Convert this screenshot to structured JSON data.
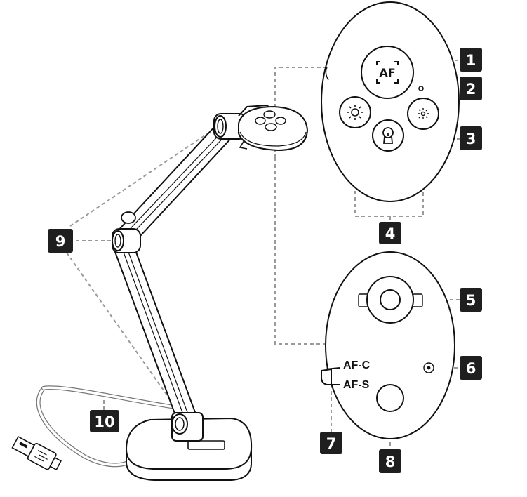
{
  "figure": {
    "callouts": [
      "1",
      "2",
      "3",
      "4",
      "5",
      "6",
      "7",
      "8",
      "9",
      "10"
    ],
    "buttons": {
      "af_label": "AF"
    },
    "switch": {
      "af_c_label": "AF-C",
      "af_s_label": "AF-S"
    },
    "colors": {
      "badge_fill": "#1f1f1f",
      "leader_line": "#9a9a9a",
      "outline": "#111111"
    },
    "icons": {
      "brightness_up": "sun-large-icon",
      "brightness_down": "sun-small-icon",
      "led": "lightbulb-icon",
      "usb": "usb-plug-icon"
    }
  }
}
